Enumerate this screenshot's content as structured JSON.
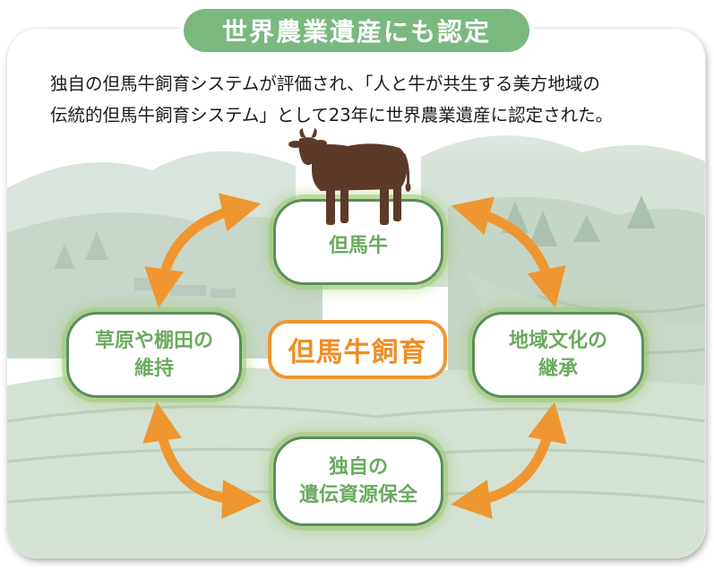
{
  "title": "世界農業遺産にも認定",
  "description": {
    "line1": "独自の但馬牛飼育システムが評価され、「人と牛が共生する美方地域の",
    "line2": "伝統的但馬牛飼育システム」として23年に世界農業遺産に認定された。"
  },
  "center_label": "但馬牛飼育",
  "nodes": {
    "top": {
      "label": "但馬牛"
    },
    "left": {
      "line1": "草原や棚田の",
      "line2": "維持"
    },
    "right": {
      "line1": "地域文化の",
      "line2": "継承"
    },
    "bottom": {
      "line1": "独自の",
      "line2": "遺伝資源保全"
    }
  },
  "colors": {
    "title_bg": "#79b97e",
    "node_text": "#6aaa5e",
    "node_border": "#5a8e5e",
    "center_border": "#ef9630",
    "arrow": "#ef9630",
    "cow": "#5c3a2a"
  },
  "icons": {
    "cow": "cow-icon",
    "arrows": "double-headed-curved-arrow"
  }
}
